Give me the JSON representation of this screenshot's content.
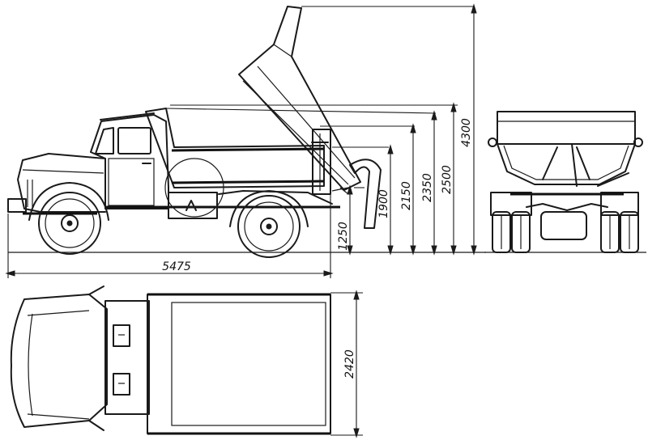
{
  "dimensions": {
    "overall_length": "5475",
    "overall_width": "2420",
    "height_1250": "1250",
    "height_1900": "1900",
    "height_2150": "2150",
    "height_2350": "2350",
    "height_2500": "2500",
    "height_4300": "4300"
  }
}
